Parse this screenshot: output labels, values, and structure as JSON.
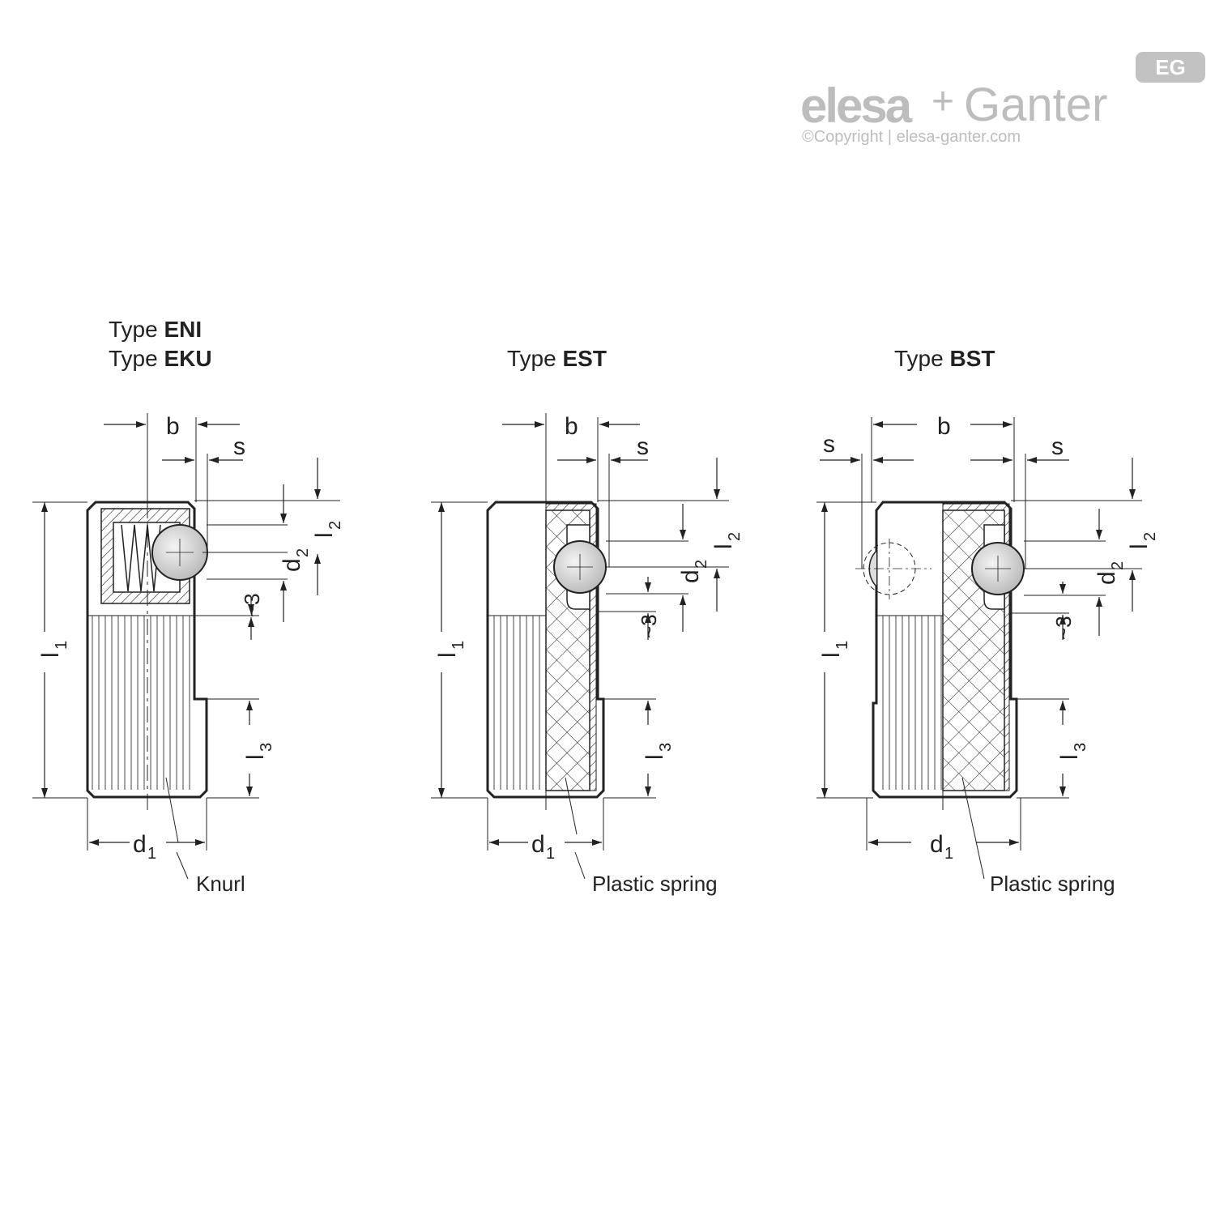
{
  "logo": {
    "brand_left": "elesa",
    "plus": "+",
    "brand_right": "Ganter",
    "badge": "EG",
    "copyright": "©Copyright | elesa-ganter.com"
  },
  "views": [
    {
      "id": "eni-eku",
      "title_lines": [
        {
          "prefix": "Type ",
          "code": "ENI"
        },
        {
          "prefix": "Type ",
          "code": "EKU"
        }
      ],
      "callout": "Knurl"
    },
    {
      "id": "est",
      "title_lines": [
        {
          "prefix": "Type ",
          "code": "EST"
        }
      ],
      "callout": "Plastic spring"
    },
    {
      "id": "bst",
      "title_lines": [
        {
          "prefix": "Type ",
          "code": "BST"
        }
      ],
      "callout": "Plastic spring"
    }
  ],
  "dimension_labels": {
    "b": "b",
    "s": "s",
    "l1": "l",
    "l1_sub": "1",
    "l2": "l",
    "l2_sub": "2",
    "l3": "l",
    "l3_sub": "3",
    "d1": "d",
    "d1_sub": "1",
    "d2": "d",
    "d2_sub": "2",
    "approx3": "~3"
  },
  "colors": {
    "line": "#222222",
    "ball": "#d9d9d9",
    "logo_grey": "#bdbdbd"
  }
}
